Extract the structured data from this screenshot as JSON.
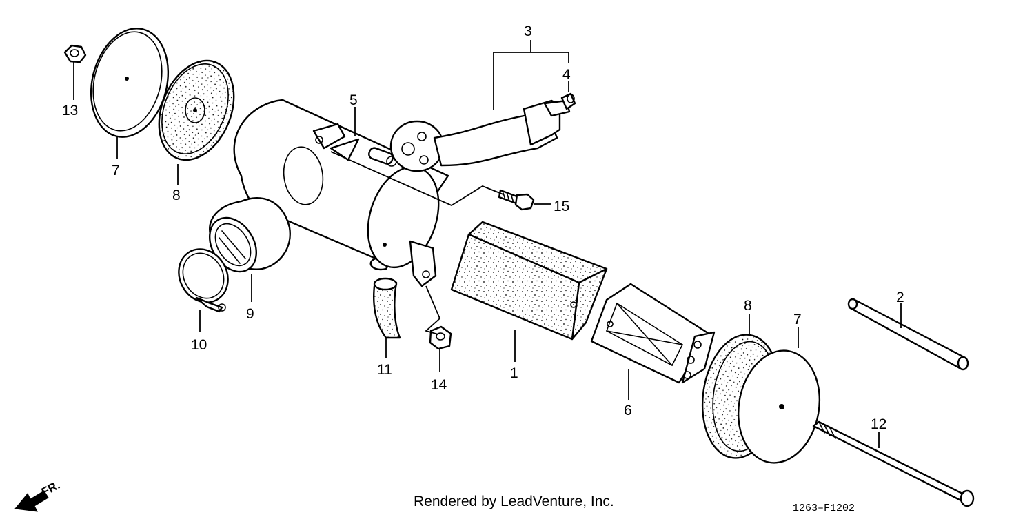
{
  "diagram": {
    "callouts": {
      "c1": "1",
      "c2": "2",
      "c3": "3",
      "c4": "4",
      "c5": "5",
      "c6": "6",
      "c7a": "7",
      "c7b": "7",
      "c8a": "8",
      "c8b": "8",
      "c9": "9",
      "c10": "10",
      "c11": "11",
      "c12": "12",
      "c13": "13",
      "c14": "14",
      "c15": "15"
    },
    "direction_label": "FR.",
    "credit": "Rendered by LeadVenture, Inc.",
    "figure_code": "1263–F1202"
  }
}
